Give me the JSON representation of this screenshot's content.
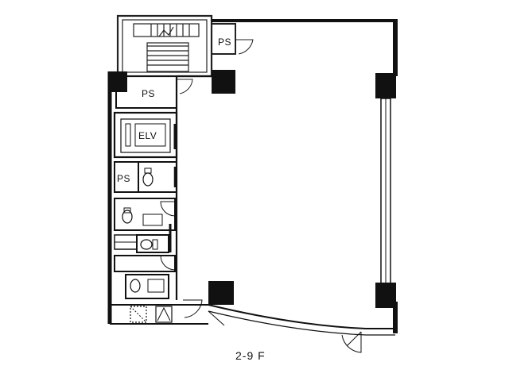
{
  "rooms": {
    "ps_top": "PS",
    "ps_middle": "PS",
    "ps_lower": "PS",
    "elevator": "ELV"
  },
  "floor_label": "2-9 F"
}
